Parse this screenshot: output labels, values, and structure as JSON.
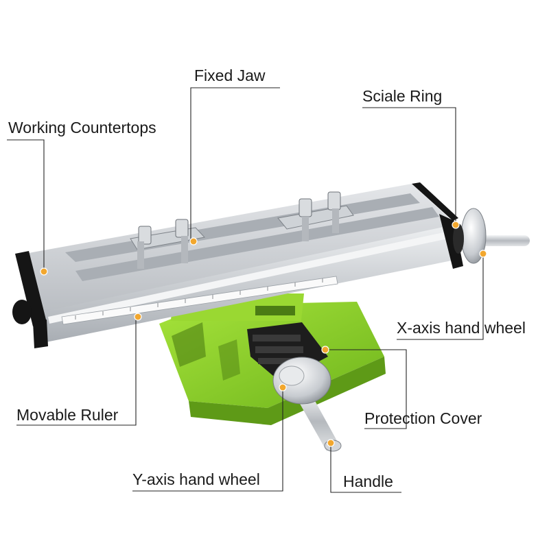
{
  "labels": {
    "fixed_jaw": "Fixed Jaw",
    "scale_ring": "Sciale Ring",
    "working_countertops": "Working Countertops",
    "x_axis_hand_wheel": "X-axis hand wheel",
    "movable_ruler": "Movable Ruler",
    "protection_cover": "Protection Cover",
    "y_axis_hand_wheel": "Y-axis hand wheel",
    "handle": "Handle"
  },
  "colors": {
    "base_green": "#8fd12e",
    "aluminum": "#c9ccd0",
    "marker_dot": "#f2a72e",
    "leader_line": "#222222"
  }
}
